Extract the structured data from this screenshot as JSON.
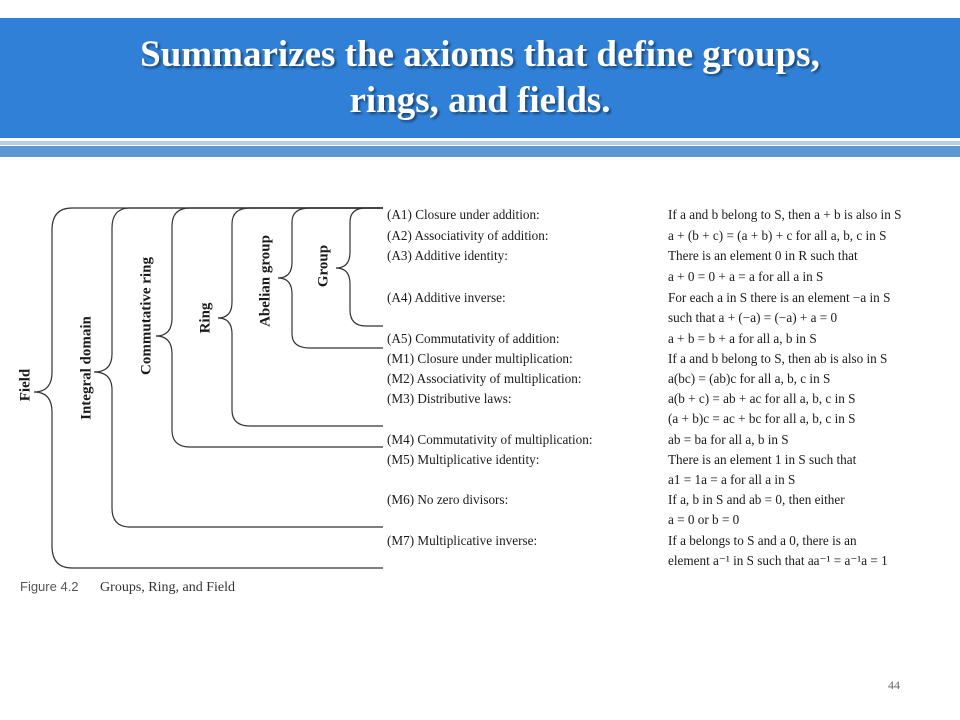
{
  "slide": {
    "title_line1": "Summarizes the axioms that define groups,",
    "title_line2": "rings, and fields.",
    "page_number": "44",
    "colors": {
      "title_bar": "#2f80d6",
      "band": "#5e98d2",
      "band_light": "#b8cfe6"
    }
  },
  "figure": {
    "caption_label": "Figure 4.2",
    "caption_text": "Groups, Ring, and Field",
    "structures": {
      "field": "Field",
      "integral_domain": "Integral domain",
      "commutative_ring": "Commutative ring",
      "ring": "Ring",
      "abelian_group": "Abelian group",
      "group": "Group"
    },
    "axioms": [
      "(A1) Closure under addition:",
      "(A2) Associativity of addition:",
      "(A3) Additive identity:",
      "(A4) Additive inverse:",
      "(A5) Commutativity of addition:",
      "(M1) Closure under multiplication:",
      "(M2) Associativity of multiplication:",
      "(M3) Distributive laws:",
      "(M4) Commutativity of multiplication:",
      "(M5) Multiplicative identity:",
      "(M6) No zero divisors:",
      "(M7) Multiplicative inverse:"
    ],
    "definitions": [
      "If a and b belong to S, then a + b is also in S",
      "a + (b + c) = (a + b) + c for all a, b, c in S",
      "There is an element 0 in R such that",
      "a + 0 = 0 + a = a for all a in S",
      "For each a in S there is an element −a in S",
      "such that a + (−a) = (−a) + a = 0",
      "a + b = b + a for all a, b in S",
      "If a and b belong to S, then ab is also in S",
      "a(bc) = (ab)c for all a, b, c in S",
      "a(b + c) = ab + ac for all a, b, c in S",
      "(a + b)c = ac + bc for all a, b, c in S",
      "ab = ba for all a, b in S",
      "There is an element 1 in S such that",
      "a1 = 1a = a for all a in S",
      "If a, b in S and ab = 0, then either",
      "a = 0 or b = 0",
      "If a belongs to S and a   0, there is an",
      "element a⁻¹ in S such that aa⁻¹ = a⁻¹a = 1"
    ]
  }
}
